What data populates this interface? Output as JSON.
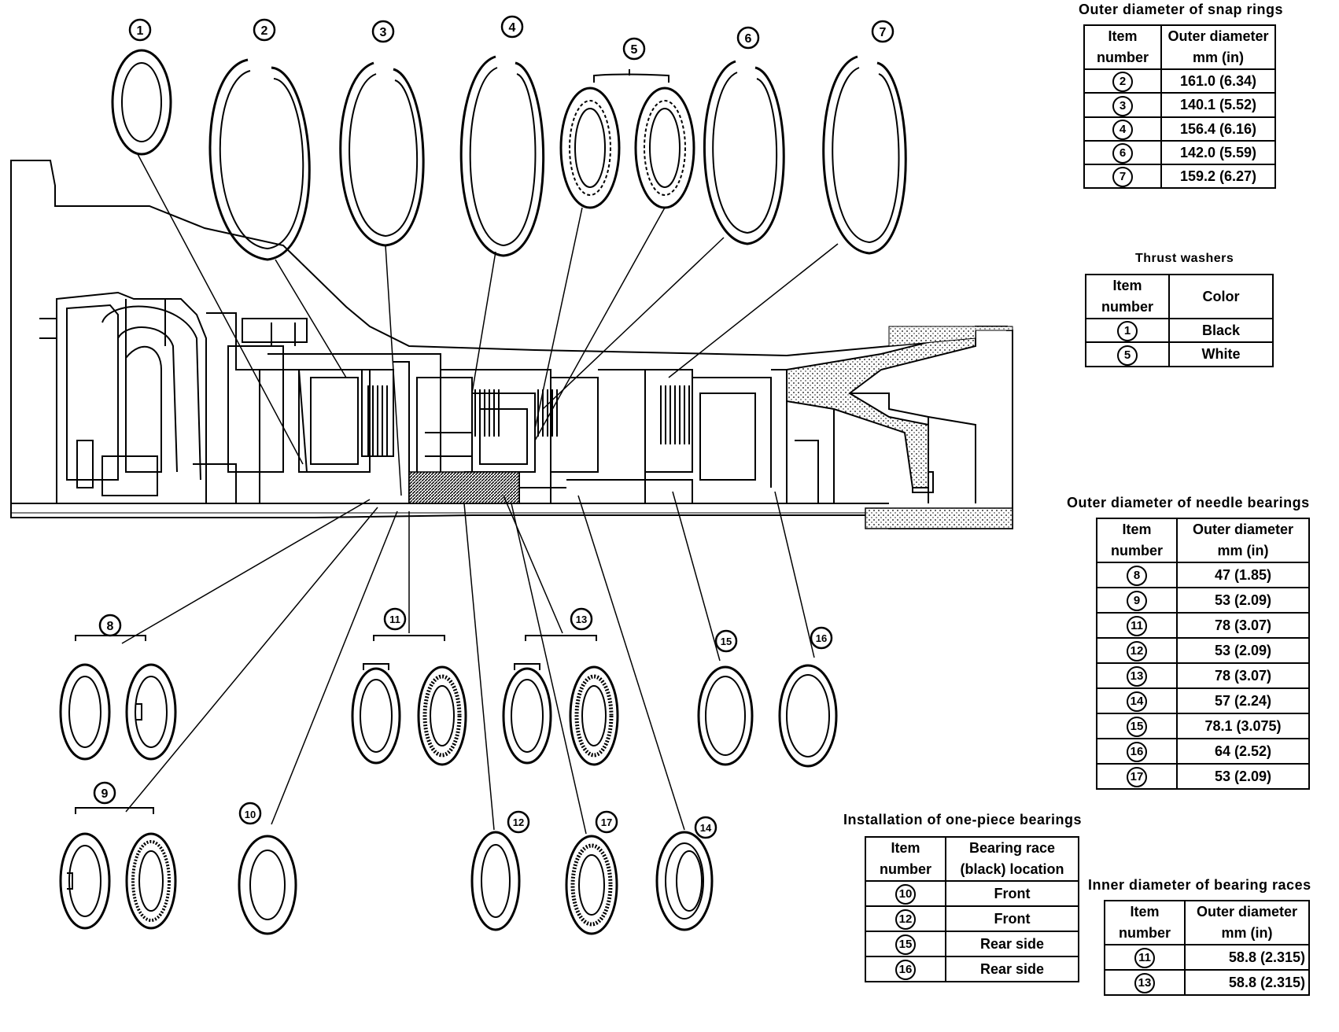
{
  "callouts": {
    "c1": "1",
    "c2": "2",
    "c3": "3",
    "c4": "4",
    "c5": "5",
    "c6": "6",
    "c7": "7",
    "c8": "8",
    "c9": "9",
    "c10": "10",
    "c11": "11",
    "c12": "12",
    "c13": "13",
    "c14": "14",
    "c15": "15",
    "c16": "16",
    "c17": "17"
  },
  "snap_rings": {
    "title": "Outer diameter of snap rings",
    "header_item": [
      "Item",
      "number"
    ],
    "header_value": [
      "Outer diameter",
      "mm (in)"
    ],
    "rows": [
      {
        "item": "2",
        "value": "161.0 (6.34)"
      },
      {
        "item": "3",
        "value": "140.1 (5.52)"
      },
      {
        "item": "4",
        "value": "156.4 (6.16)"
      },
      {
        "item": "6",
        "value": "142.0 (5.59)"
      },
      {
        "item": "7",
        "value": "159.2 (6.27)"
      }
    ]
  },
  "thrust_washers": {
    "title": "Thrust washers",
    "header_item": [
      "Item",
      "number"
    ],
    "header_value": "Color",
    "rows": [
      {
        "item": "1",
        "value": "Black"
      },
      {
        "item": "5",
        "value": "White"
      }
    ]
  },
  "needle_bearings": {
    "title": "Outer diameter of needle bearings",
    "header_item": [
      "Item",
      "number"
    ],
    "header_value": [
      "Outer diameter",
      "mm (in)"
    ],
    "rows": [
      {
        "item": "8",
        "value": "47 (1.85)"
      },
      {
        "item": "9",
        "value": "53 (2.09)"
      },
      {
        "item": "11",
        "value": "78 (3.07)"
      },
      {
        "item": "12",
        "value": "53 (2.09)"
      },
      {
        "item": "13",
        "value": "78 (3.07)"
      },
      {
        "item": "14",
        "value": "57 (2.24)"
      },
      {
        "item": "15",
        "value": "78.1 (3.075)"
      },
      {
        "item": "16",
        "value": "64 (2.52)"
      },
      {
        "item": "17",
        "value": "53 (2.09)"
      }
    ]
  },
  "one_piece": {
    "title": "Installation of one-piece bearings",
    "header_item": [
      "Item",
      "number"
    ],
    "header_value": [
      "Bearing race",
      "(black) location"
    ],
    "rows": [
      {
        "item": "10",
        "value": "Front"
      },
      {
        "item": "12",
        "value": "Front"
      },
      {
        "item": "15",
        "value": "Rear side"
      },
      {
        "item": "16",
        "value": "Rear side"
      }
    ]
  },
  "bearing_races": {
    "title": "Inner diameter of bearing races",
    "header_item": [
      "Item",
      "number"
    ],
    "header_value": [
      "Outer diameter",
      "mm (in)"
    ],
    "rows": [
      {
        "item": "11",
        "value": "58.8 (2.315)"
      },
      {
        "item": "13",
        "value": "58.8 (2.315)"
      }
    ]
  }
}
